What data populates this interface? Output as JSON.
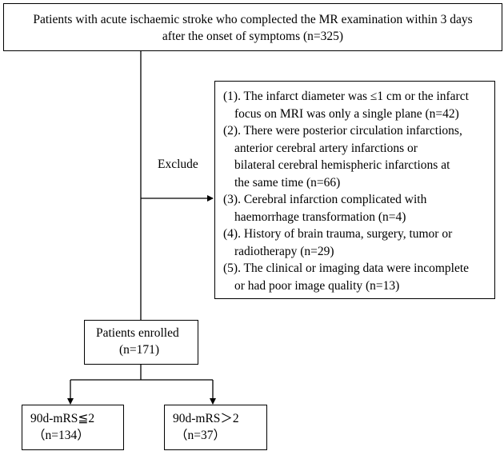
{
  "top_box": {
    "line1": "Patients with acute ischaemic stroke who complected the MR examination within 3 days",
    "line2": "after the onset of symptoms (n=325)"
  },
  "exclude_label": "Exclude",
  "exclusion_criteria": [
    {
      "lines": [
        "(1). The infarct diameter was ≤1 cm or the infarct",
        "focus on MRI was only a single plane (n=42)"
      ]
    },
    {
      "lines": [
        "(2). There were posterior circulation infarctions,",
        "anterior cerebral artery infarctions or",
        "bilateral cerebral hemispheric infarctions at",
        "the same time (n=66)"
      ]
    },
    {
      "lines": [
        "(3). Cerebral infarction complicated with",
        "haemorrhage transformation (n=4)"
      ]
    },
    {
      "lines": [
        "(4). History of brain trauma, surgery, tumor or",
        "radiotherapy (n=29)"
      ]
    },
    {
      "lines": [
        "(5). The clinical or imaging data were incomplete",
        "or had poor image quality (n=13)"
      ]
    }
  ],
  "enrolled": {
    "line1": "Patients enrolled",
    "line2": "(n=171)"
  },
  "outcome_left": {
    "line1": "90d-mRS≦2",
    "line2": "（n=134）"
  },
  "outcome_right": {
    "line1": "90d-mRS＞2",
    "line2": "（n=37）"
  }
}
